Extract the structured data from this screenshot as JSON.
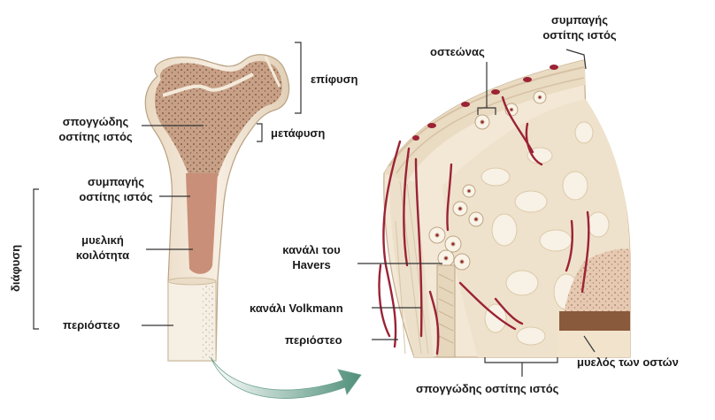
{
  "labels": {
    "epiphysis": "επίφυση",
    "metaphysis": "μετάφυση",
    "diaphysis": "διάφυση",
    "spongy_left_1": "σπογγώδης",
    "spongy_left_2": "οστίτης ιστός",
    "compact_left_1": "συμπαγής",
    "compact_left_2": "οστίτης ιστός",
    "marrow_cavity_1": "μυελική",
    "marrow_cavity_2": "κοιλότητα",
    "periosteum_left": "περιόστεο",
    "osteon": "οστεώνας",
    "compact_right_1": "συμπαγής",
    "compact_right_2": "οστίτης ιστός",
    "havers_1": "κανάλι του",
    "havers_2": "Havers",
    "volkmann": "κανάλι Volkmann",
    "periosteum_right": "περιόστεο",
    "bone_marrow": "μυελός των οστών",
    "spongy_bottom": "σπογγώδης οστίτης ιστός"
  },
  "colors": {
    "bone_light": "#f3e8d6",
    "bone_shadow": "#d9c7ac",
    "spongy": "#c9a48a",
    "marrow_cavity": "#c98f78",
    "vessel": "#9b2335",
    "arrow": "#4f8f79",
    "bracket": "#333333"
  }
}
